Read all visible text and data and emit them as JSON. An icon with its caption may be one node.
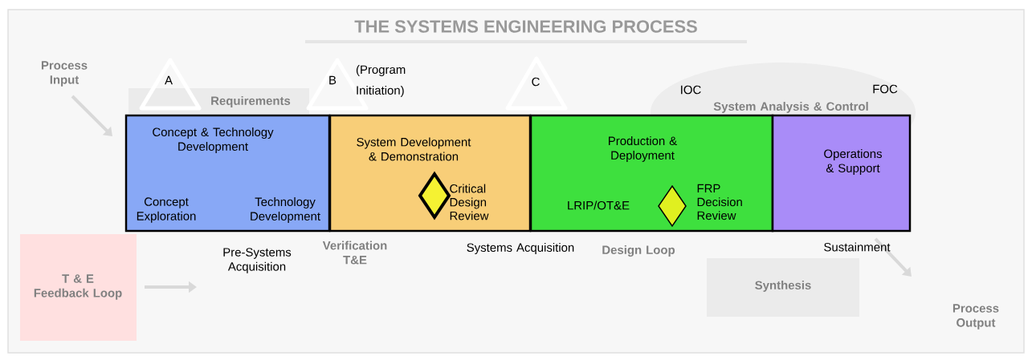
{
  "diagram": {
    "title": "THE SYSTEMS ENGINEERING PROCESS",
    "nodes": [
      {
        "text": [
          "A"
        ]
      },
      {
        "text": [
          "B"
        ],
        "beside": [
          "(Program Initiation)"
        ]
      },
      {
        "text": [
          "C"
        ]
      },
      {
        "text": [
          "Concept & Technology Development",
          "Concept Exploration",
          "Technology Development"
        ]
      },
      {
        "text": [
          "System Development & Demonstration"
        ]
      },
      {
        "text": [],
        "shape": "diamond",
        "in": 4,
        "beside": [
          "Critical Design Review"
        ]
      },
      {
        "text": [
          "Production & Deployment",
          "LRIP/OT&E"
        ]
      },
      {
        "text": [],
        "shape": "diamond",
        "in": 6,
        "beside": [
          "FRP Decision Review"
        ]
      },
      {
        "text": [
          "Operations & Support"
        ]
      }
    ],
    "labels": [
      "Process Input",
      "Requirements",
      "IOC",
      "System Analysis & Control",
      "FOC",
      "Pre-Systems Acquisition",
      "Verification T&E",
      "Systems Acquisition",
      "Design Loop",
      "Sustainment",
      "T & E Feedback Loop",
      "Synthesis",
      "Process Output"
    ]
  }
}
